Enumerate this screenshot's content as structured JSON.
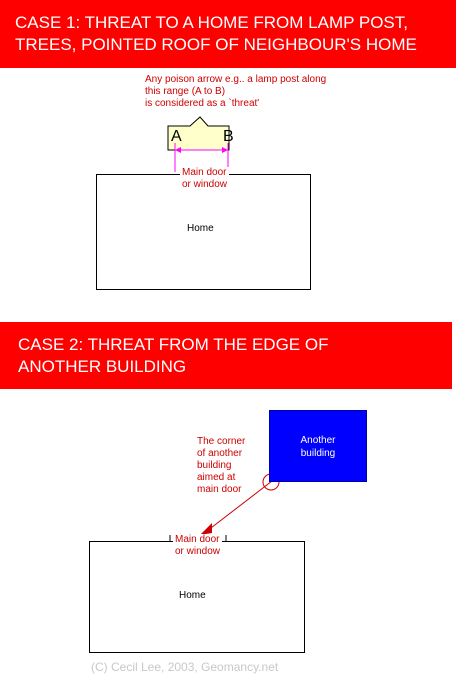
{
  "case1": {
    "banner": [
      "CASE 1: THREAT TO A HOME FROM LAMP POST,",
      "TREES, POINTED ROOF OF NEIGHBOUR'S HOME"
    ],
    "note": [
      "Any poison arrow e.g.. a lamp post along",
      "this range (A to B)",
      "is considered as a `threat'"
    ],
    "point_a": "A",
    "point_b": "B",
    "door": [
      "Main door",
      "or window"
    ],
    "home": "Home"
  },
  "case2": {
    "banner": [
      "CASE 2: THREAT FROM THE EDGE OF",
      "ANOTHER BUILDING"
    ],
    "building": [
      "Another",
      "building"
    ],
    "note": [
      "The corner",
      "of another",
      "building",
      "aimed at",
      "main door"
    ],
    "door": [
      "Main door",
      "or window"
    ],
    "home": "Home"
  },
  "copyright": "(C) Cecil Lee, 2003, Geomancy.net",
  "colors": {
    "banner": "#ff0000",
    "annotation": "#cc0000",
    "zone_fill": "#ffffcc",
    "zone_line": "#ff00ff",
    "building": "#0000ff"
  }
}
